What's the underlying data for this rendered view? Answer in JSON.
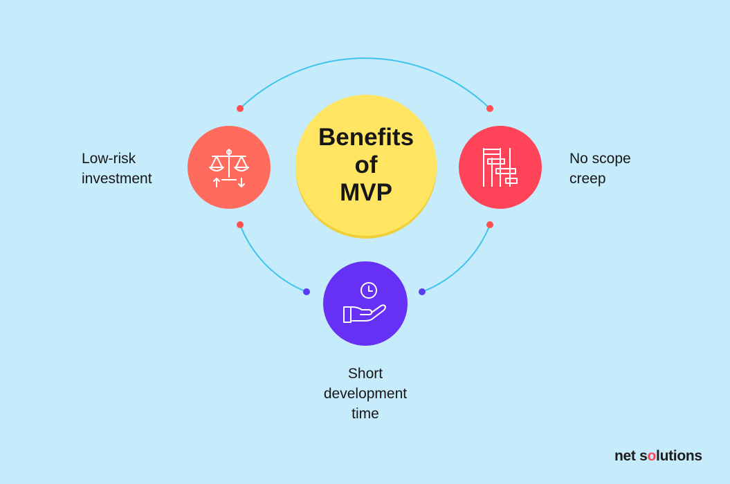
{
  "diagram": {
    "center_title": "Benefits\nof\nMVP",
    "nodes": [
      {
        "label": "Low-risk\ninvestment",
        "icon": "balance-scale-icon",
        "color": "#ff6b5d"
      },
      {
        "label": "No scope\ncreep",
        "icon": "scope-bars-icon",
        "color": "#ff4358"
      },
      {
        "label": "Short\ndevelopment\ntime",
        "icon": "clock-hand-icon",
        "color": "#6630f5"
      }
    ],
    "center_color": "#ffe562",
    "connector_color": "#3ec4ef",
    "dot_colors": {
      "upper": "#ff5050",
      "lower": "#5b3df0"
    }
  },
  "brand": {
    "prefix": "net s",
    "highlight": "o",
    "suffix": "lutions"
  }
}
